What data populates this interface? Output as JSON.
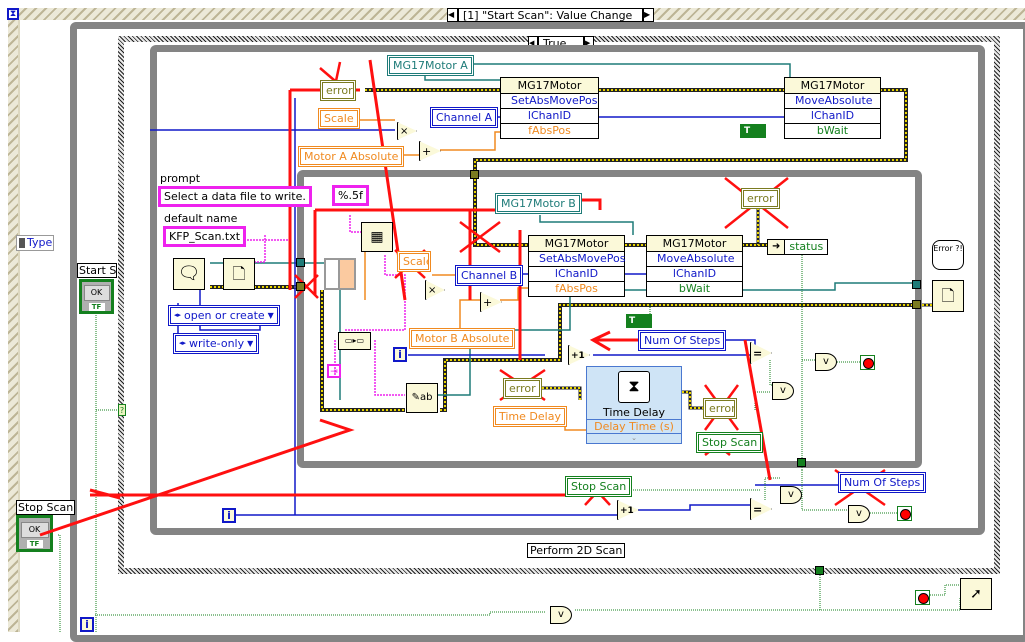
{
  "event_structure": {
    "case_label": "[1] \"Start Scan\": Value Change",
    "left_terminal": "Type",
    "hourglass_icon": "hourglass-icon"
  },
  "case_structure": {
    "case_label": "True"
  },
  "controls": {
    "start_scan_label": "Start Sc",
    "start_scan_button": "OK",
    "start_scan_tf": "TF",
    "stop_scan_label": "Stop Scan",
    "stop_scan_button": "OK",
    "stop_scan_tf": "TF"
  },
  "file_dialog": {
    "prompt_label": "prompt",
    "prompt_value": "Select a data file to write.",
    "default_name_label": "default name",
    "default_name_value": "KFP_Scan.txt",
    "operation": "open or create",
    "access": "write-only"
  },
  "motor_a": {
    "ref": "MG17Motor A",
    "error": "error",
    "scale": "Scale",
    "absolute": "Motor A Absolute",
    "channel": "Channel A",
    "node1": {
      "title": "MG17Motor",
      "method": "SetAbsMovePos",
      "params": [
        "lChanID",
        "fAbsPos"
      ]
    },
    "node2": {
      "title": "MG17Motor",
      "method": "MoveAbsolute",
      "params": [
        "lChanID",
        "bWait"
      ]
    },
    "bool_const": "T"
  },
  "motor_b": {
    "ref": "MG17Motor B",
    "format": "%.5f",
    "scale": "Scale",
    "absolute": "Motor B Absolute",
    "channel": "Channel B",
    "node1": {
      "title": "MG17Motor",
      "method": "SetAbsMovePos",
      "params": [
        "lChanID",
        "fAbsPos"
      ]
    },
    "node2": {
      "title": "MG17Motor",
      "method": "MoveAbsolute",
      "params": [
        "lChanID",
        "bWait"
      ]
    },
    "error": "error",
    "status": "status",
    "bool_const": "T",
    "num_steps": "Num Of Steps",
    "increment": "+1",
    "equals": "=",
    "iteration": "i",
    "error_in": "error",
    "time_delay_const": "Time Delay",
    "time_delay_node": "Time Delay",
    "time_delay_param": "Delay Time (s)",
    "error_out": "error",
    "stop_scan": "Stop Scan"
  },
  "outer_loop": {
    "stop_scan": "Stop Scan",
    "num_steps": "Num Of Steps",
    "increment": "+1",
    "equals": "=",
    "iteration": "i",
    "label": "Perform 2D Scan"
  },
  "misc": {
    "error_dialog_text": "Error ?!",
    "or_gate": "v",
    "multiply": "×",
    "add": "+",
    "bottom_iteration": "i",
    "question_terminal": "?"
  }
}
